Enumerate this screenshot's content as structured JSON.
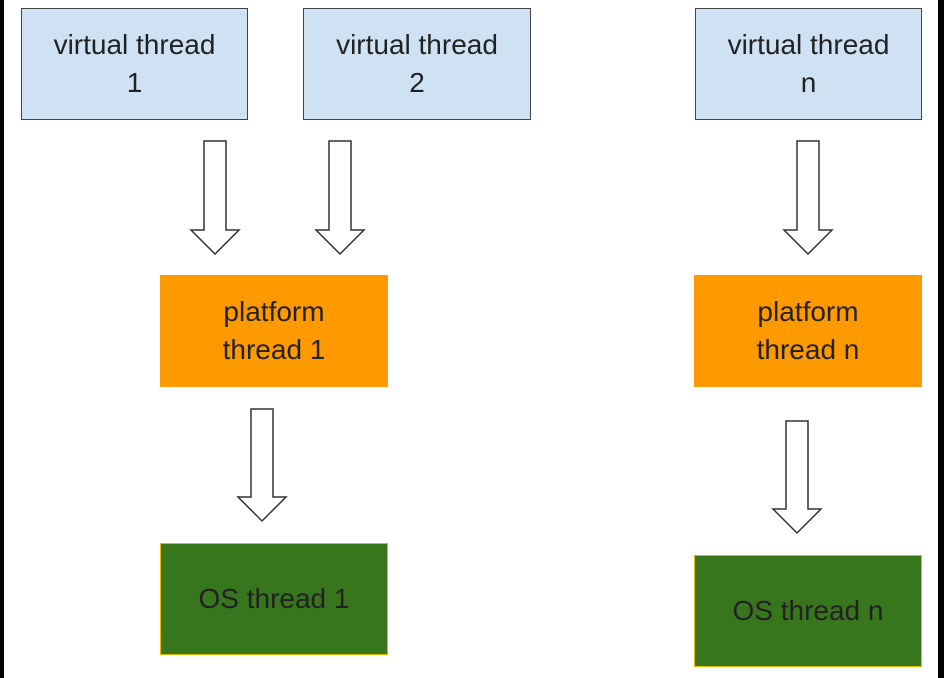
{
  "colors": {
    "virtual_fill": "#cfe2f3",
    "platform_fill": "#ff9900",
    "os_fill": "#38761d",
    "os_border": "#e6b800",
    "outline": "#444444"
  },
  "virtual_threads": [
    {
      "line1": "virtual thread",
      "line2": "1"
    },
    {
      "line1": "virtual thread",
      "line2": "2"
    },
    {
      "line1": "virtual thread",
      "line2": "n"
    }
  ],
  "platform_threads": [
    {
      "line1": "platform",
      "line2": "thread 1"
    },
    {
      "line1": "platform",
      "line2": "thread n"
    }
  ],
  "os_threads": [
    {
      "label": "OS thread 1"
    },
    {
      "label": "OS thread n"
    }
  ]
}
